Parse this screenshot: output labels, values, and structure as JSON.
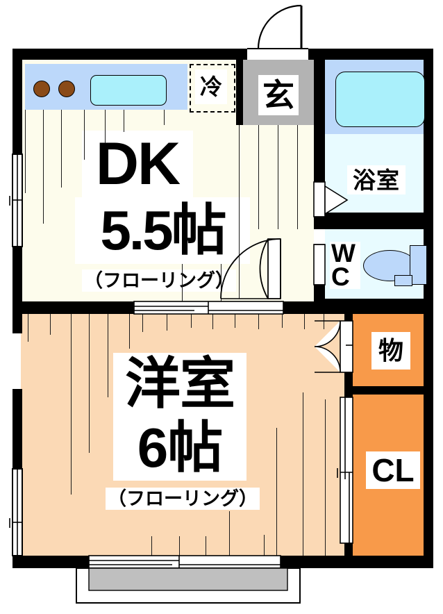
{
  "plan": {
    "type": "japanese-apartment-floor-plan",
    "layout_name": "1DK",
    "rooms": [
      {
        "id": "dk",
        "label": "DK",
        "size": "5.5帖",
        "flooring": "（フローリング）",
        "fill": "#fdfcec"
      },
      {
        "id": "washitsu",
        "label": "洋室",
        "size": "6帖",
        "flooring": "（フローリング）",
        "fill": "#fbd9b5"
      },
      {
        "id": "genkan",
        "label": "玄",
        "fill": "#b3b3b3"
      },
      {
        "id": "bath",
        "label": "浴室",
        "fill": "#e8fbff"
      },
      {
        "id": "wc",
        "label": "WC",
        "fill": "#e8fbff"
      },
      {
        "id": "storage",
        "label": "物",
        "fill": "#f89a4a"
      },
      {
        "id": "closet",
        "label": "CL",
        "fill": "#f89a4a"
      }
    ],
    "fixtures": [
      {
        "id": "fridge-space",
        "label": "冷"
      },
      {
        "id": "kitchen-counter",
        "label": ""
      },
      {
        "id": "sink",
        "label": ""
      },
      {
        "id": "stove-burners",
        "label": ""
      },
      {
        "id": "bathtub",
        "label": ""
      },
      {
        "id": "toilet",
        "label": ""
      },
      {
        "id": "balcony",
        "label": ""
      }
    ]
  },
  "labels": {
    "dk_name": "DK",
    "dk_size": "5.5帖",
    "dk_floor": "（フローリング）",
    "room_name": "洋室",
    "room_size": "6帖",
    "room_floor": "（フローリング）",
    "genkan": "玄",
    "bath": "浴室",
    "wc_line1": "W",
    "wc_line2": "C",
    "storage": "物",
    "closet": "CL",
    "fridge": "冷"
  },
  "colors": {
    "wall": "#000000",
    "dk_floor": "#fdfcec",
    "room_floor": "#fbd9b5",
    "closet": "#f89a4a",
    "genkan": "#b3b3b3",
    "bath": "#e8fbff",
    "water_blue": "#bcd8fa",
    "fixture_cyan": "#aaf0fb",
    "burner_brown": "#8a4b18",
    "balcony_gray": "#bfbfbf"
  }
}
